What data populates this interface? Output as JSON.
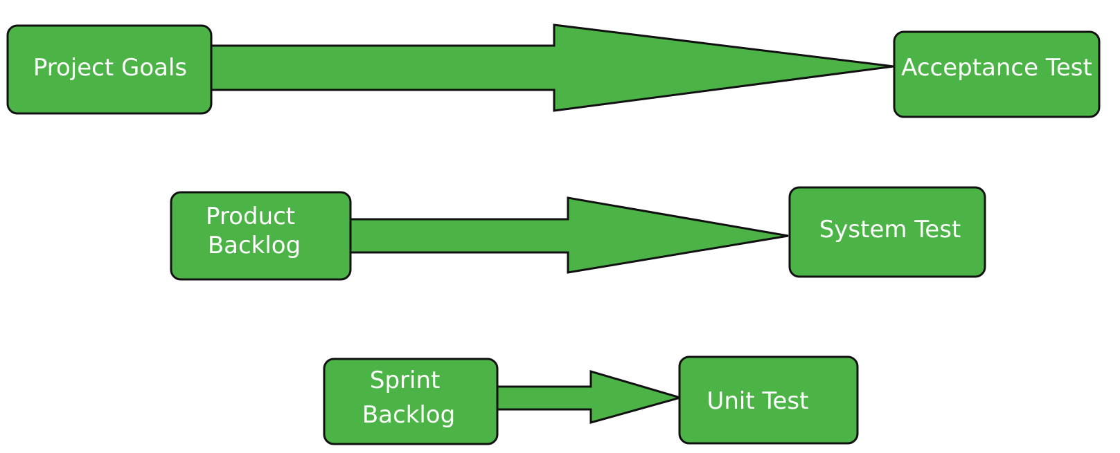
{
  "colors": {
    "fill": "#4cb446",
    "stroke": "#111111",
    "text": "#ffffff",
    "background": "#ffffff"
  },
  "rows": [
    {
      "source": {
        "lines": [
          "Project Goals"
        ]
      },
      "target": {
        "lines": [
          "Acceptance Test"
        ]
      }
    },
    {
      "source": {
        "lines": [
          "Product",
          "Backlog"
        ]
      },
      "target": {
        "lines": [
          "System Test"
        ]
      }
    },
    {
      "source": {
        "lines": [
          "Sprint",
          "Backlog"
        ]
      },
      "target": {
        "lines": [
          "Unit Test"
        ]
      }
    }
  ]
}
